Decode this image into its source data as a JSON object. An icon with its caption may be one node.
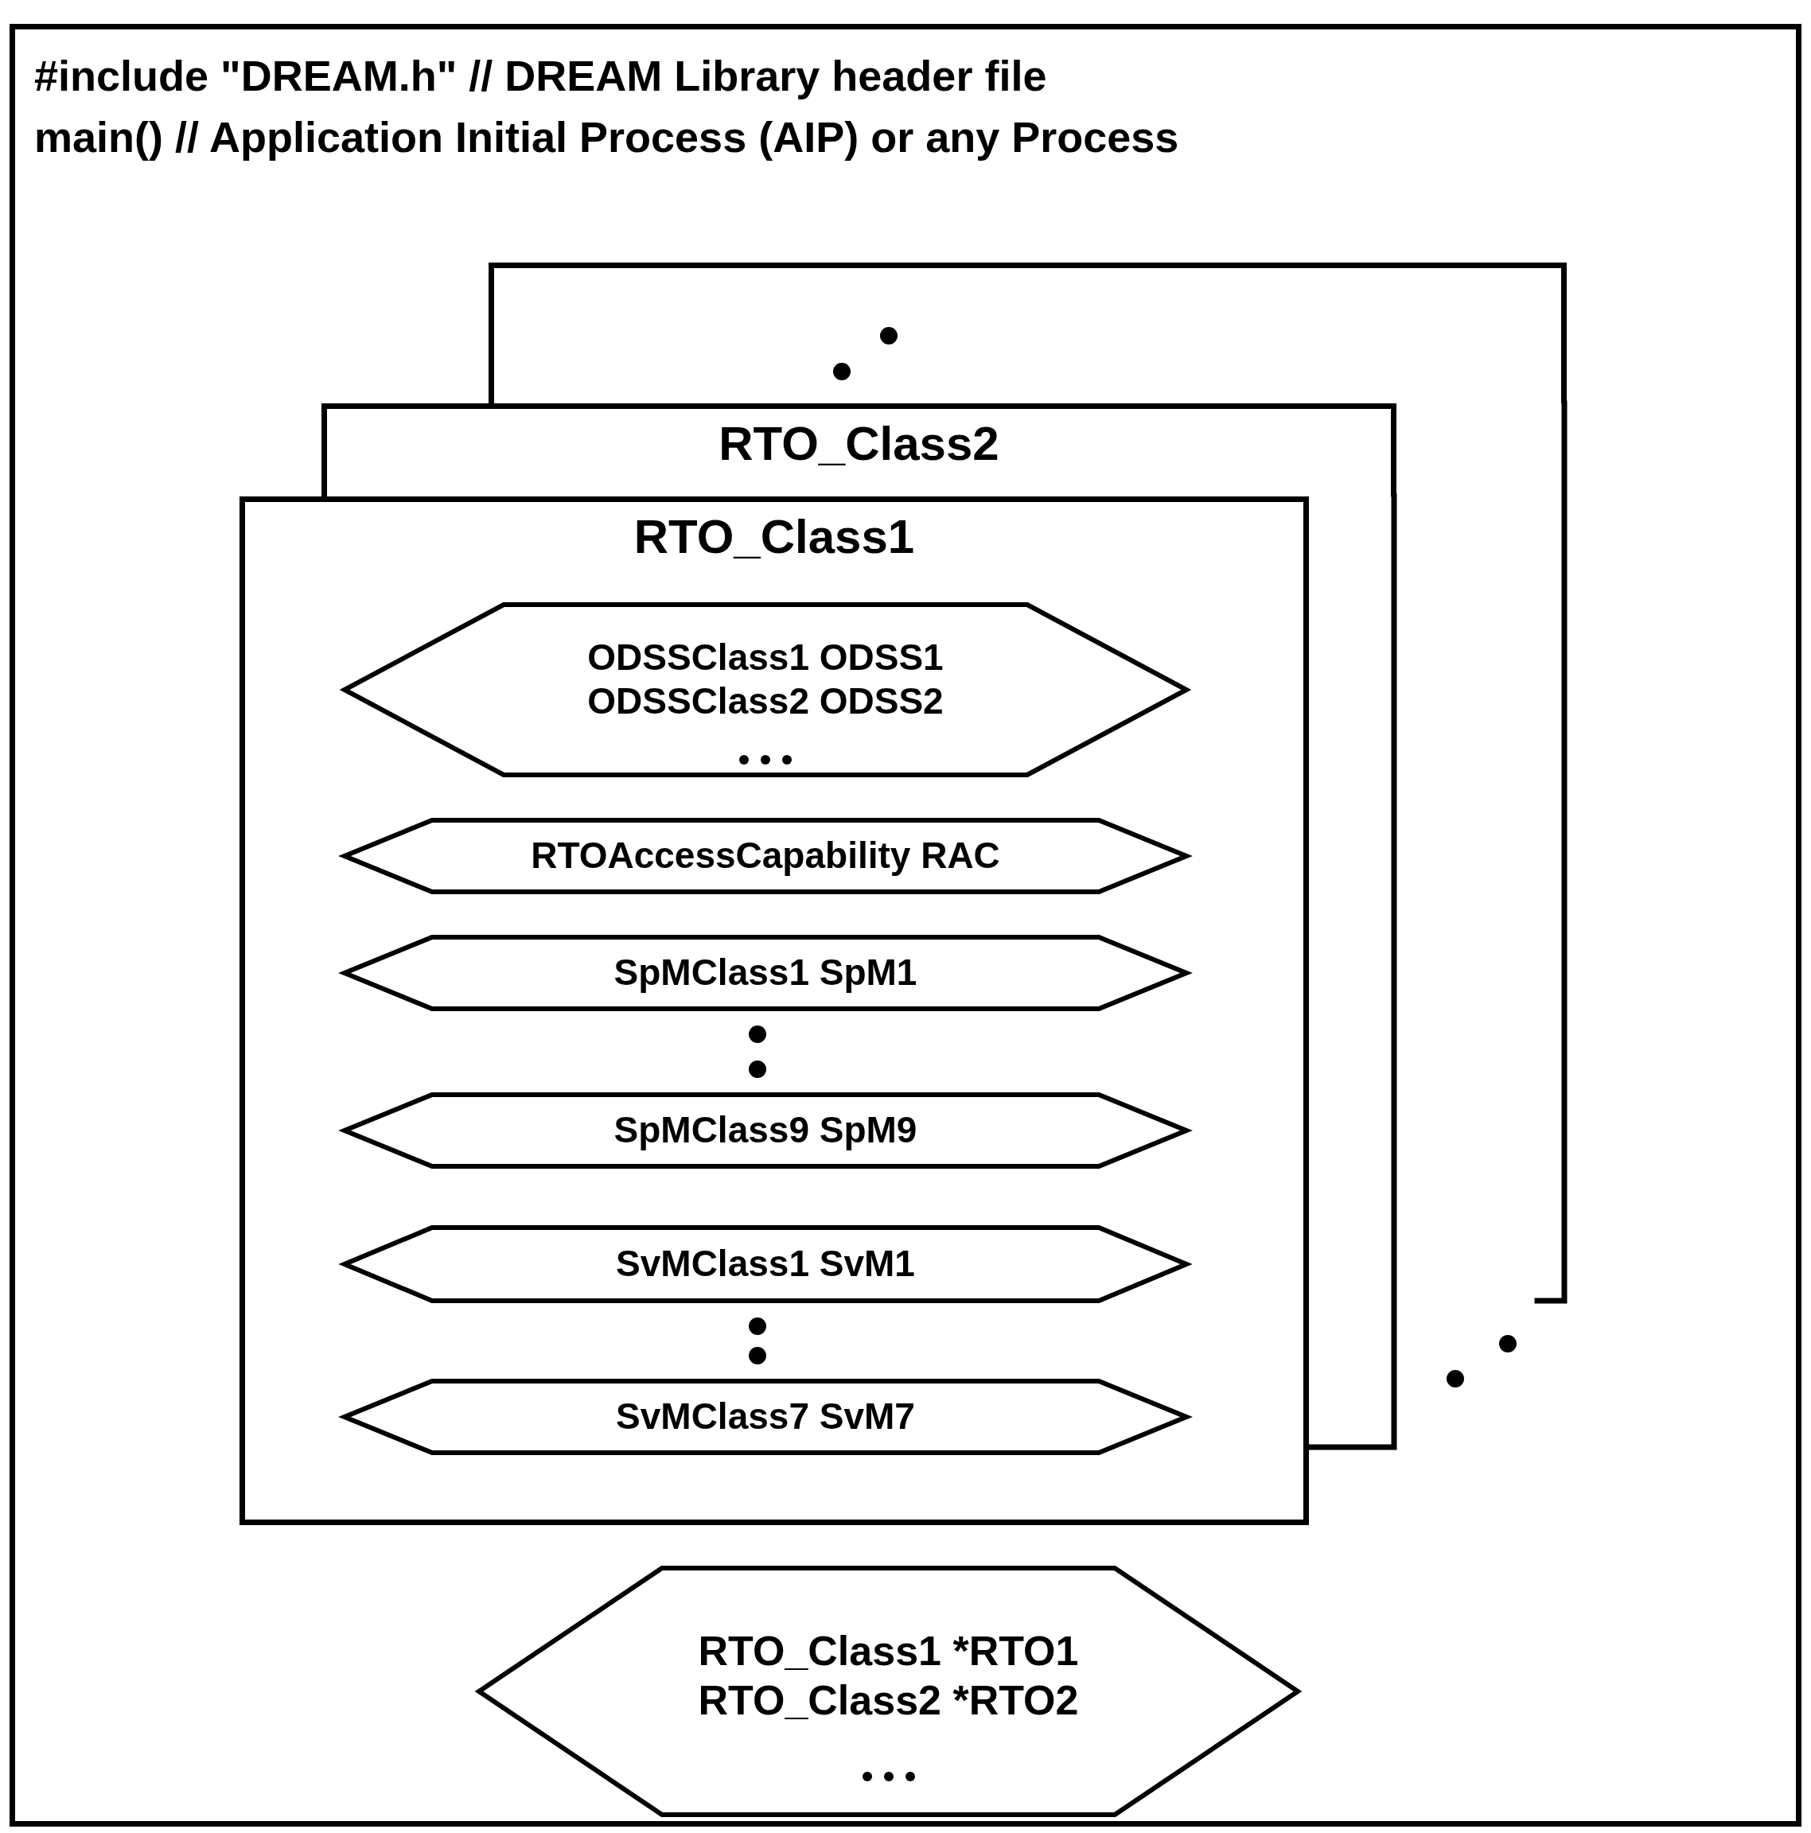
{
  "diagram": {
    "nodes": [
      {
        "text": [
          "#include \"DREAM.h\" // DREAM Library header file",
          "main() // Application Initial Process (AIP) or any Process"
        ]
      },
      {
        "text": [],
        "shape": "box",
        "in": 0
      },
      {
        "text": [
          "RTO_Class2"
        ],
        "in": 0
      },
      {
        "text": [
          "RTO_Class1"
        ],
        "in": 0
      },
      {
        "text": [
          "ODSSClass1 ODSS1 ODSSClass2 ODSS2"
        ],
        "in": 3
      },
      {
        "text": [
          "RTOAccessCapability RAC"
        ],
        "in": 3
      },
      {
        "text": [
          "SpMClass1 SpM1"
        ],
        "in": 3
      },
      {
        "text": [
          "SpMClass9 SpM9"
        ],
        "in": 3
      },
      {
        "text": [
          "SvMClass1 SvM1"
        ],
        "in": 3
      },
      {
        "text": [
          "SvMClass7 SvM7"
        ],
        "in": 3
      },
      {
        "text": [
          "RTO_Class1 *RTO1 RTO_Class2 *RTO2"
        ],
        "in": 0
      }
    ],
    "edges": []
  }
}
